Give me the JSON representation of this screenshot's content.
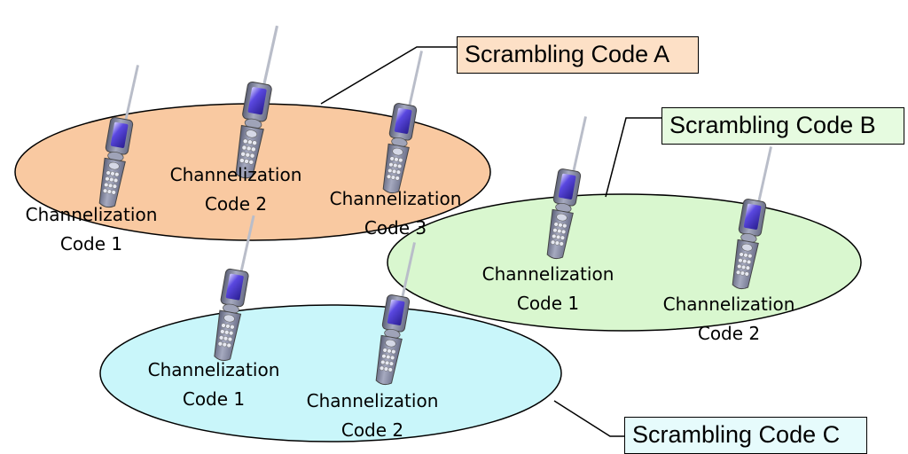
{
  "groups": {
    "a": {
      "scrambling_code": "Scrambling Code A",
      "fill": "#f9c9a1",
      "phones": [
        {
          "line1": "Channelization",
          "line2": "Code 1"
        },
        {
          "line1": "Channelization",
          "line2": "Code 2"
        },
        {
          "line1": "Channelization",
          "line2": "Code 3"
        }
      ]
    },
    "b": {
      "scrambling_code": "Scrambling Code B",
      "fill": "#d9f7cf",
      "phones": [
        {
          "line1": "Channelization",
          "line2": "Code 1"
        },
        {
          "line1": "Channelization",
          "line2": "Code 2"
        }
      ]
    },
    "c": {
      "scrambling_code": "Scrambling Code C",
      "fill": "#c9f6fa",
      "phones": [
        {
          "line1": "Channelization",
          "line2": "Code 1"
        },
        {
          "line1": "Channelization",
          "line2": "Code 2"
        }
      ]
    }
  },
  "colors": {
    "phone_body": "#8a8fa8",
    "phone_screen": "#3b2fb5",
    "antenna": "#c8ccd6"
  }
}
